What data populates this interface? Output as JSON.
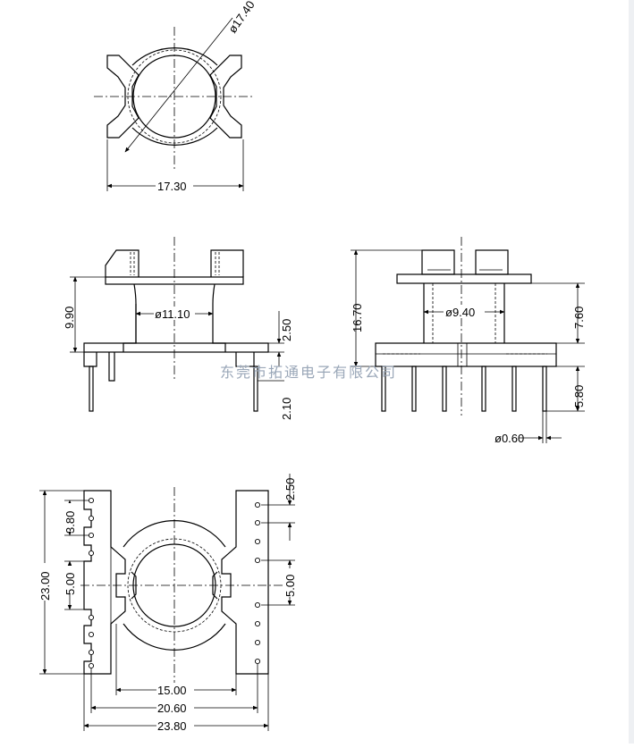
{
  "top_view": {
    "outer_diameter": "ø17.40",
    "width": "17.30"
  },
  "front_view": {
    "height": "9.90",
    "inner_diameter": "ø11.10",
    "flange_thickness": "2.50",
    "pin_offset": "2.10"
  },
  "side_view": {
    "total_height": "16.70",
    "inner_diameter": "ø9.40",
    "upper_height": "7.60",
    "pin_length": "5.80",
    "pin_diameter": "ø0.60"
  },
  "bottom_view": {
    "height": "23.00",
    "pin_pitch_left": "3.80",
    "slot_gap_left": "5.00",
    "pin_pitch_right": "2.50",
    "slot_gap_right": "5.00",
    "width_inner": "15.00",
    "width_pins": "20.60",
    "width_overall": "23.80"
  },
  "watermark": "东莞市拓通电子有限公司"
}
